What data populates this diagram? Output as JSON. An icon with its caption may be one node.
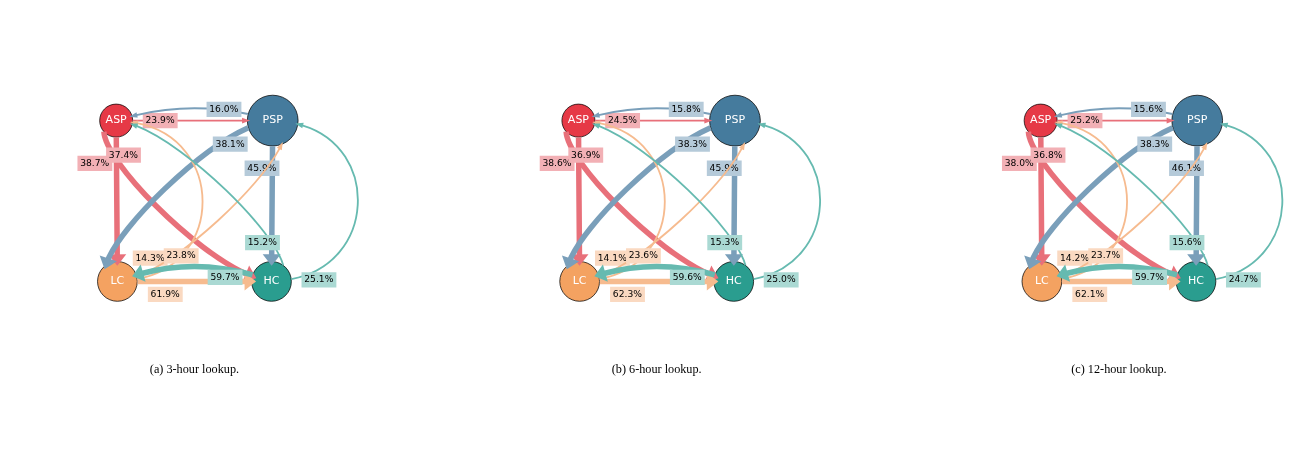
{
  "diagram": {
    "nodes": [
      {
        "text": [
          "ASP"
        ]
      },
      {
        "text": [
          "PSP"
        ]
      },
      {
        "text": [
          "LC"
        ]
      },
      {
        "text": [
          "HC"
        ]
      },
      {
        "text": [
          "ASP"
        ]
      },
      {
        "text": [
          "PSP"
        ]
      },
      {
        "text": [
          "LC"
        ]
      },
      {
        "text": [
          "HC"
        ]
      },
      {
        "text": [
          "ASP"
        ]
      },
      {
        "text": [
          "PSP"
        ]
      },
      {
        "text": [
          "LC"
        ]
      },
      {
        "text": [
          "HC"
        ]
      }
    ],
    "edges": [
      {
        "from": 0,
        "to": 1,
        "arrow": "to",
        "label": "23.9%",
        "color": "#e8707a"
      },
      {
        "from": 0,
        "to": 2,
        "arrow": "to",
        "label": "38.7%",
        "color": "#e8707a",
        "style": "thick"
      },
      {
        "from": 0,
        "to": 3,
        "arrow": "to",
        "label": "37.4%",
        "color": "#e8707a",
        "style": "thick"
      },
      {
        "from": 1,
        "to": 0,
        "arrow": "to",
        "label": "16.0%",
        "color": "#7a9fba"
      },
      {
        "from": 1,
        "to": 2,
        "arrow": "to",
        "label": "38.1%",
        "color": "#7a9fba",
        "style": "thick"
      },
      {
        "from": 1,
        "to": 3,
        "arrow": "to",
        "label": "45.9%",
        "color": "#7a9fba",
        "style": "thick"
      },
      {
        "from": 2,
        "to": 0,
        "arrow": "to",
        "label": "14.3%",
        "color": "#f6bb8f"
      },
      {
        "from": 2,
        "to": 1,
        "arrow": "to",
        "label": "23.8%",
        "color": "#f6bb8f"
      },
      {
        "from": 2,
        "to": 3,
        "arrow": "to",
        "label": "61.9%",
        "color": "#f6bb8f",
        "style": "thick"
      },
      {
        "from": 3,
        "to": 0,
        "arrow": "to",
        "label": "15.2%",
        "color": "#66bab0"
      },
      {
        "from": 3,
        "to": 1,
        "arrow": "to",
        "label": "25.1%",
        "color": "#66bab0"
      },
      {
        "from": 3,
        "to": 2,
        "arrow": "to",
        "label": "59.7%",
        "color": "#66bab0",
        "style": "thick"
      },
      {
        "from": 4,
        "to": 5,
        "arrow": "to",
        "label": "24.5%",
        "color": "#e8707a"
      },
      {
        "from": 4,
        "to": 6,
        "arrow": "to",
        "label": "38.6%",
        "color": "#e8707a",
        "style": "thick"
      },
      {
        "from": 4,
        "to": 7,
        "arrow": "to",
        "label": "36.9%",
        "color": "#e8707a",
        "style": "thick"
      },
      {
        "from": 5,
        "to": 4,
        "arrow": "to",
        "label": "15.8%",
        "color": "#7a9fba"
      },
      {
        "from": 5,
        "to": 6,
        "arrow": "to",
        "label": "38.3%",
        "color": "#7a9fba",
        "style": "thick"
      },
      {
        "from": 5,
        "to": 7,
        "arrow": "to",
        "label": "45.9%",
        "color": "#7a9fba",
        "style": "thick"
      },
      {
        "from": 6,
        "to": 4,
        "arrow": "to",
        "label": "14.1%",
        "color": "#f6bb8f"
      },
      {
        "from": 6,
        "to": 5,
        "arrow": "to",
        "label": "23.6%",
        "color": "#f6bb8f"
      },
      {
        "from": 6,
        "to": 7,
        "arrow": "to",
        "label": "62.3%",
        "color": "#f6bb8f",
        "style": "thick"
      },
      {
        "from": 7,
        "to": 4,
        "arrow": "to",
        "label": "15.3%",
        "color": "#66bab0"
      },
      {
        "from": 7,
        "to": 5,
        "arrow": "to",
        "label": "25.0%",
        "color": "#66bab0"
      },
      {
        "from": 7,
        "to": 6,
        "arrow": "to",
        "label": "59.6%",
        "color": "#66bab0",
        "style": "thick"
      },
      {
        "from": 8,
        "to": 9,
        "arrow": "to",
        "label": "25.2%",
        "color": "#e8707a"
      },
      {
        "from": 8,
        "to": 10,
        "arrow": "to",
        "label": "38.0%",
        "color": "#e8707a",
        "style": "thick"
      },
      {
        "from": 8,
        "to": 11,
        "arrow": "to",
        "label": "36.8%",
        "color": "#e8707a",
        "style": "thick"
      },
      {
        "from": 9,
        "to": 8,
        "arrow": "to",
        "label": "15.6%",
        "color": "#7a9fba"
      },
      {
        "from": 9,
        "to": 10,
        "arrow": "to",
        "label": "38.3%",
        "color": "#7a9fba",
        "style": "thick"
      },
      {
        "from": 9,
        "to": 11,
        "arrow": "to",
        "label": "46.1%",
        "color": "#7a9fba",
        "style": "thick"
      },
      {
        "from": 10,
        "to": 8,
        "arrow": "to",
        "label": "14.2%",
        "color": "#f6bb8f"
      },
      {
        "from": 10,
        "to": 9,
        "arrow": "to",
        "label": "23.7%",
        "color": "#f6bb8f"
      },
      {
        "from": 10,
        "to": 11,
        "arrow": "to",
        "label": "62.1%",
        "color": "#f6bb8f",
        "style": "thick"
      },
      {
        "from": 11,
        "to": 8,
        "arrow": "to",
        "label": "15.6%",
        "color": "#66bab0"
      },
      {
        "from": 11,
        "to": 9,
        "arrow": "to",
        "label": "24.7%",
        "color": "#66bab0"
      },
      {
        "from": 11,
        "to": 10,
        "arrow": "to",
        "label": "59.7%",
        "color": "#66bab0",
        "style": "thick"
      }
    ],
    "labels": [
      "(a) 3-hour lookup.",
      "(b) 6-hour lookup.",
      "(c) 12-hour lookup."
    ]
  }
}
